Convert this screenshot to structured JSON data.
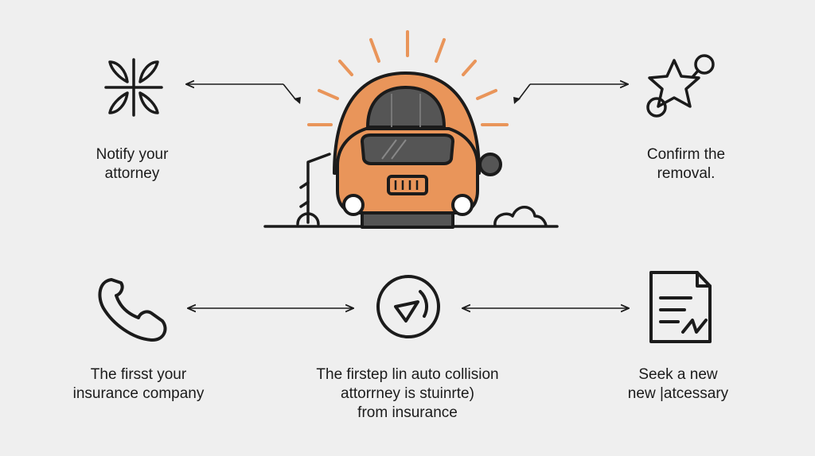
{
  "colors": {
    "background": "#efefef",
    "ink": "#1b1b1b",
    "accent": "#e9955a",
    "accent_dark": "#d87f3e",
    "window": "#555555"
  },
  "steps": [
    {
      "icon": "clover-icon",
      "lines": [
        "Notify your",
        "attorney"
      ]
    },
    {
      "icon": "star-connector-icon",
      "lines": [
        "Confirm the",
        "removal."
      ]
    },
    {
      "icon": "phone-icon",
      "lines": [
        "The firsst your",
        "insurance company"
      ]
    },
    {
      "icon": "circle-check-icon",
      "lines": [
        "The firstep lin auto collision",
        "attorrney is stuinrte)",
        "from insurance"
      ]
    },
    {
      "icon": "document-sign-icon",
      "lines": [
        "Seek a new",
        "new |atcessary"
      ]
    }
  ],
  "center_illustration": {
    "icon": "car-alert-icon"
  }
}
